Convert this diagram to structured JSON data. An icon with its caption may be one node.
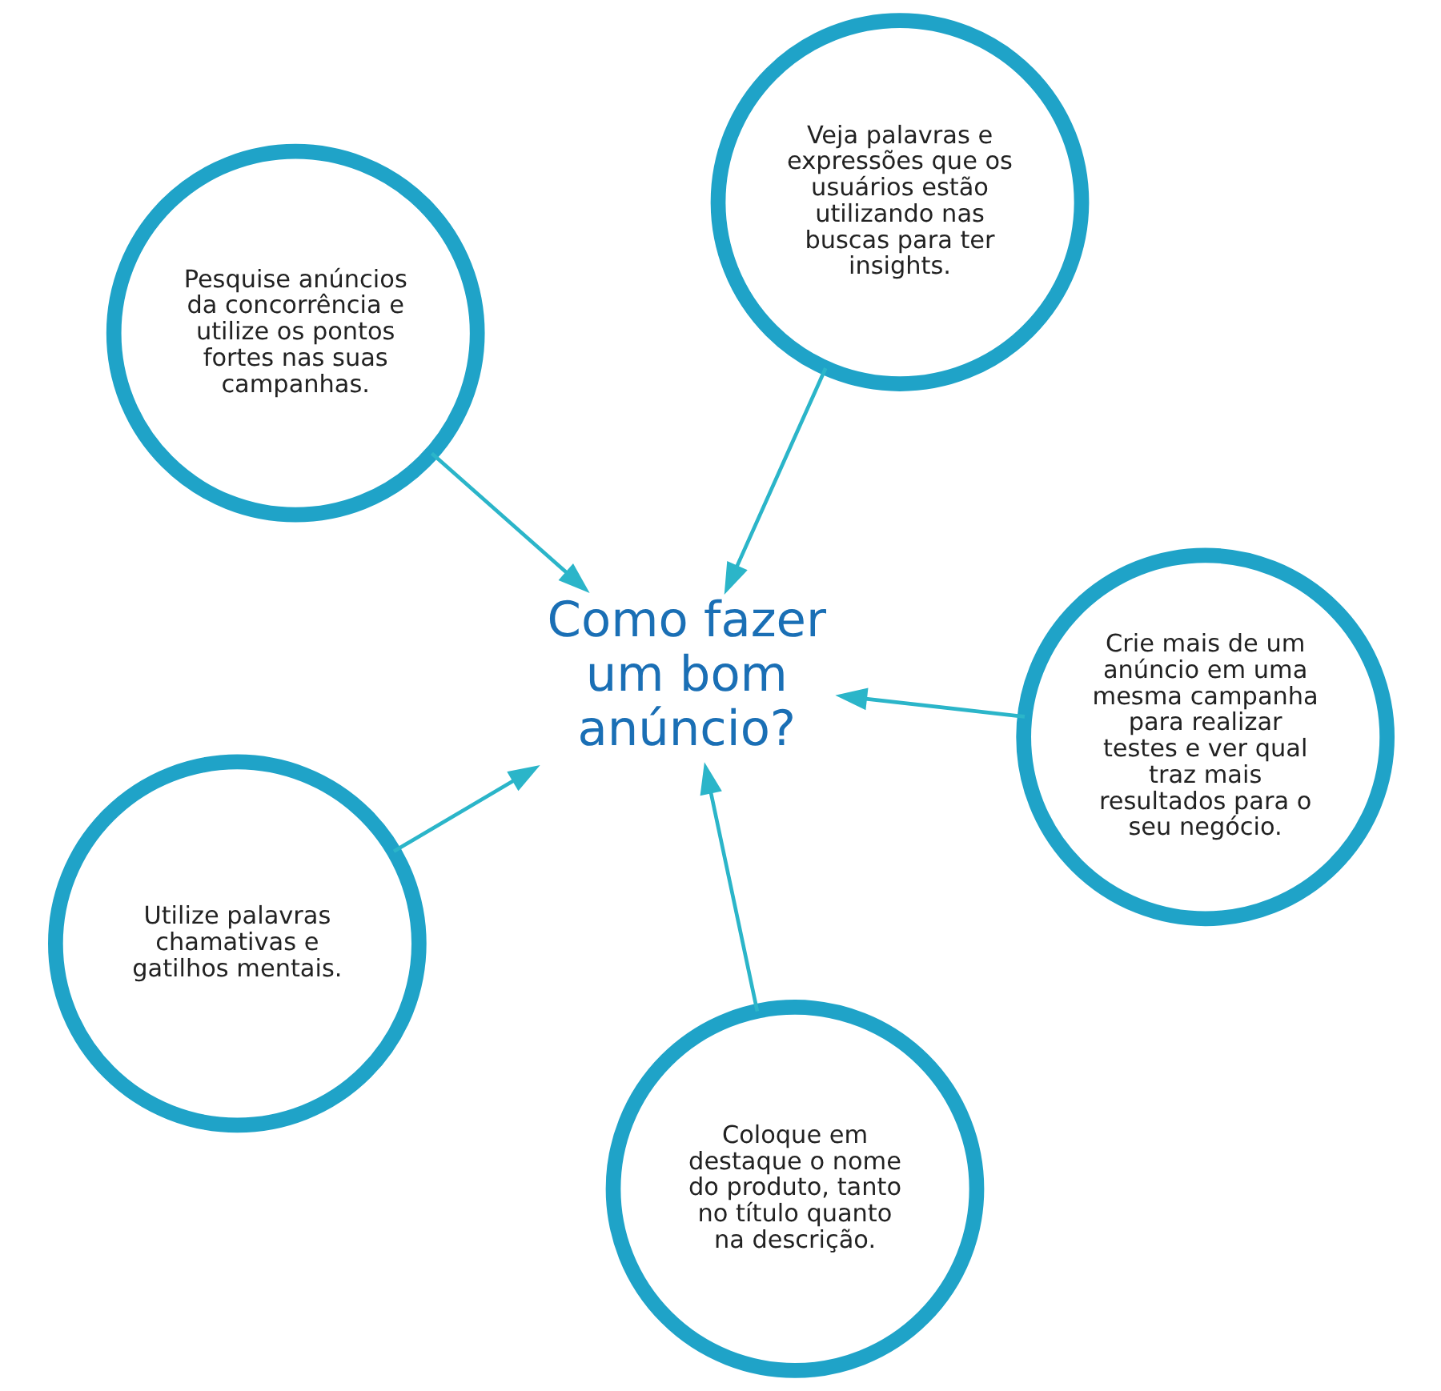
{
  "diagram": {
    "nodes": [
      {
        "text": [
          "Pesquise anúncios da concorrência e utilize os pontos fortes nas suas campanhas."
        ]
      },
      {
        "text": [
          "Crie mais de um anúncio em uma mesma campanha para realizar testes e ver qual traz mais resultados para o seu negócio."
        ]
      },
      {
        "text": [
          "Coloque em destaque o nome do produto, tanto no título quanto na descrição."
        ]
      },
      {
        "text": [
          "Como fazer um bom anúncio?"
        ]
      },
      {
        "text": [
          "Veja palavras e expressões que os usuários estão utilizando nas buscas para ter insights."
        ]
      },
      {
        "text": [
          "Utilize palavras chamativas e gatilhos mentais."
        ]
      }
    ],
    "edges": [
      {
        "from": 0,
        "to": 3,
        "arrow": "to"
      },
      {
        "from": 1,
        "to": 3,
        "arrow": "to"
      },
      {
        "from": 2,
        "to": 3,
        "arrow": "to"
      },
      {
        "from": 4,
        "to": 3,
        "arrow": "to"
      },
      {
        "from": 5,
        "to": 3,
        "arrow": "to"
      }
    ]
  }
}
